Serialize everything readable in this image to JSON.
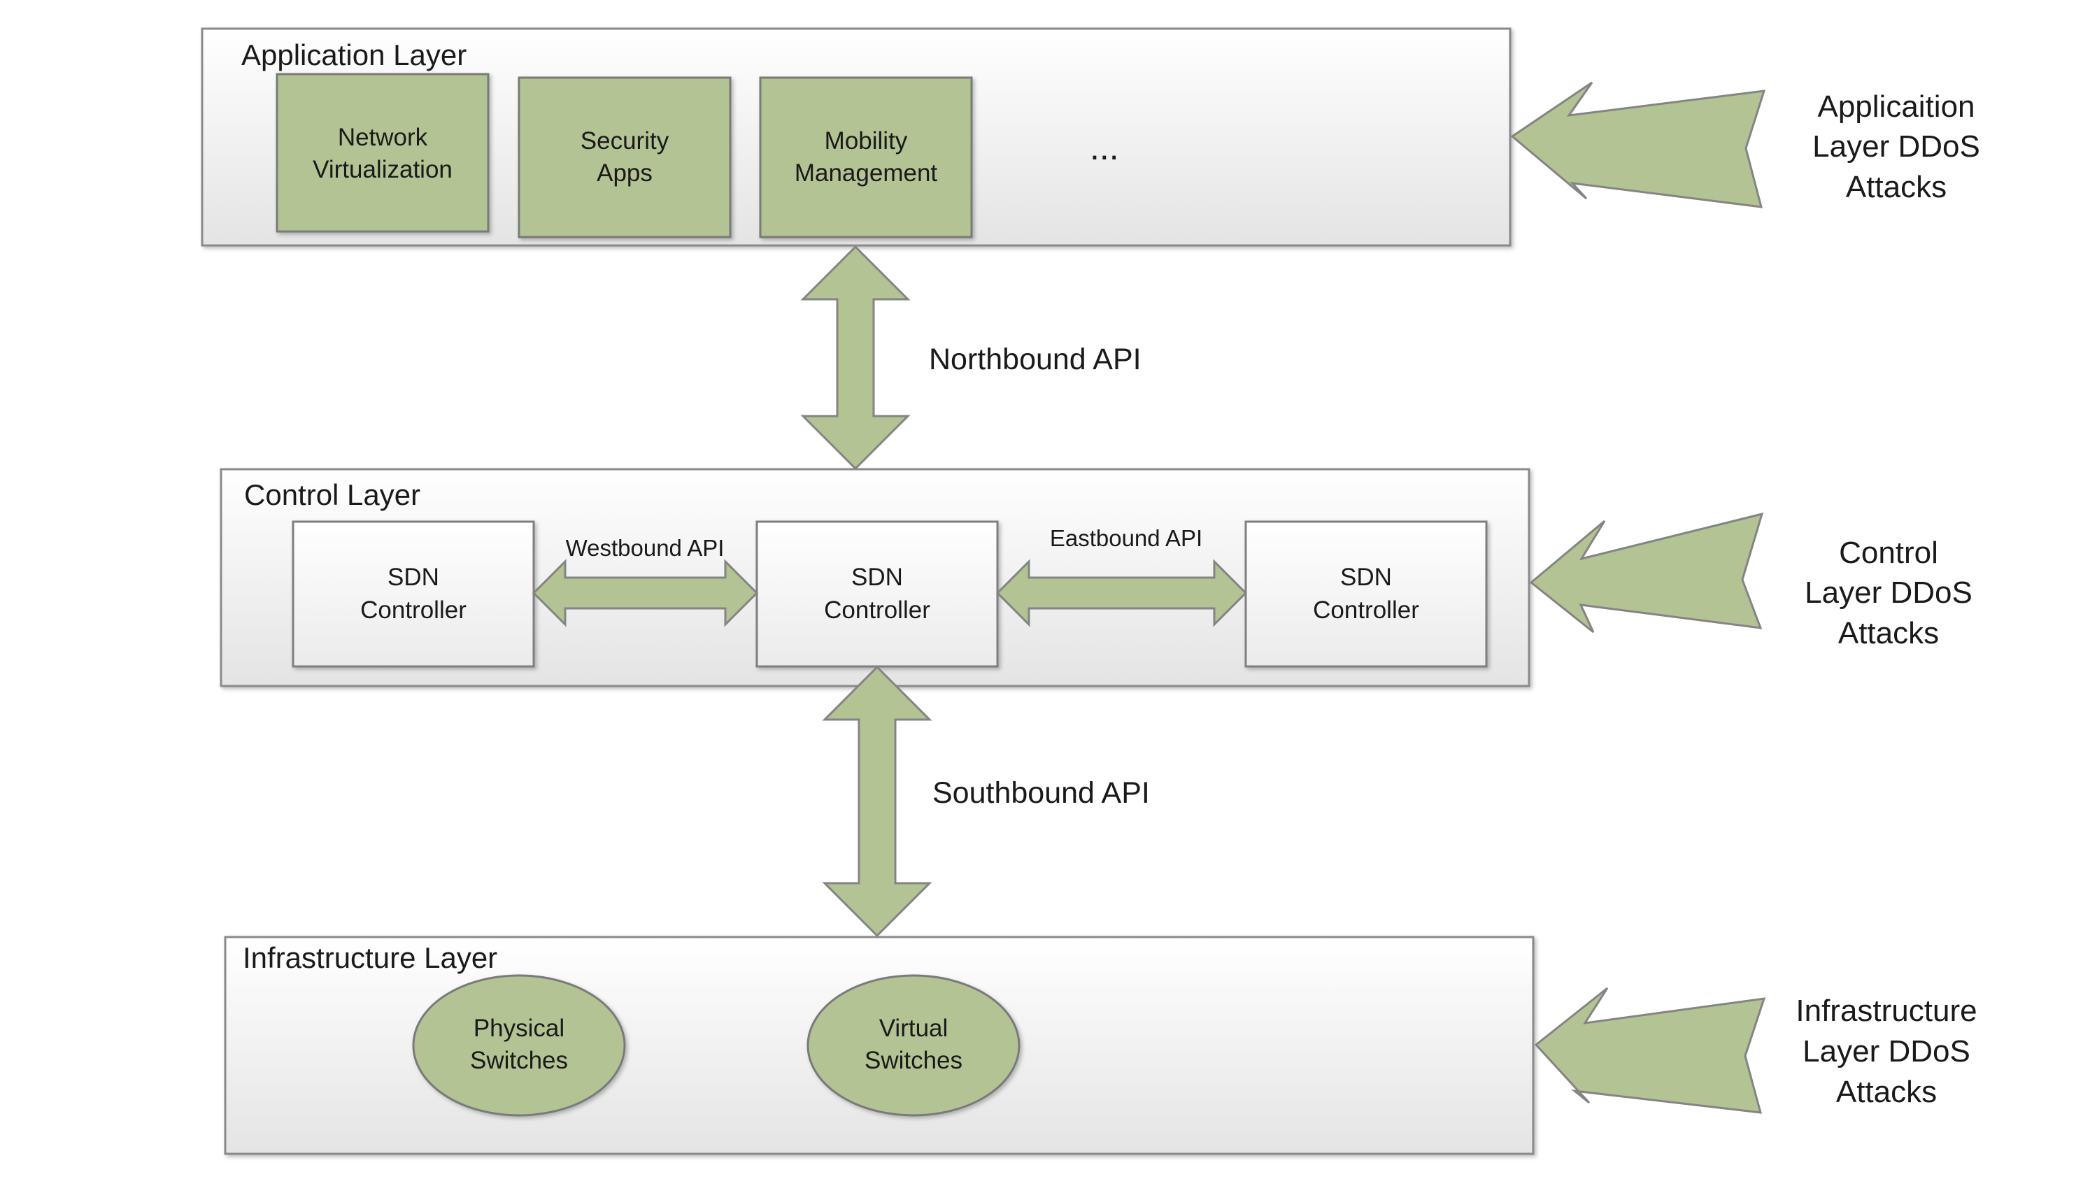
{
  "colors": {
    "green_fill": "#b3c393",
    "green_stroke": "#848484",
    "layer_fill_top": "#ffffff",
    "layer_fill_bottom": "#e3e3e3",
    "box_stroke": "#7f7f7f",
    "text": "#1a1a1a"
  },
  "application_layer": {
    "title": "Application Layer",
    "apps": [
      {
        "line1": "Network",
        "line2": "Virtualization"
      },
      {
        "line1": "Security",
        "line2": "Apps"
      },
      {
        "line1": "Mobility",
        "line2": "Management"
      }
    ],
    "more": "..."
  },
  "northbound": {
    "label": "Northbound API"
  },
  "control_layer": {
    "title": "Control Layer",
    "controllers": [
      {
        "line1": "SDN",
        "line2": "Controller"
      },
      {
        "line1": "SDN",
        "line2": "Controller"
      },
      {
        "line1": "SDN",
        "line2": "Controller"
      }
    ],
    "westbound": "Westbound API",
    "eastbound": "Eastbound API"
  },
  "southbound": {
    "label": "Southbound API"
  },
  "infrastructure_layer": {
    "title": "Infrastructure Layer",
    "switches": [
      {
        "line1": "Physical",
        "line2": "Switches"
      },
      {
        "line1": "Virtual",
        "line2": "Switches"
      }
    ]
  },
  "attacks": [
    {
      "line1": "Applicaition",
      "line2": "Layer DDoS",
      "line3": "Attacks"
    },
    {
      "line1": "Control",
      "line2": "Layer DDoS",
      "line3": "Attacks"
    },
    {
      "line1": "Infrastructure",
      "line2": "Layer DDoS",
      "line3": "Attacks"
    }
  ]
}
